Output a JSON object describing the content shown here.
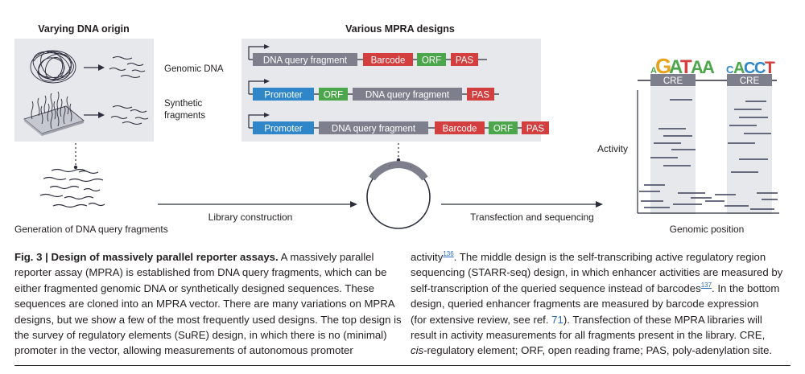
{
  "panels": {
    "origin": {
      "title": "Varying DNA origin",
      "genomic_label": "Genomic DNA",
      "synthetic_label_line1": "Synthetic",
      "synthetic_label_line2": "fragments",
      "generation_label": "Generation of DNA query fragments"
    },
    "designs": {
      "title": "Various MPRA designs",
      "rows": [
        {
          "segments": [
            "DNA query fragment",
            "Barcode",
            "ORF",
            "PAS"
          ]
        },
        {
          "segments": [
            "Promoter",
            "ORF",
            "DNA query fragment",
            "PAS"
          ]
        },
        {
          "segments": [
            "Promoter",
            "DNA query fragment",
            "Barcode",
            "ORF",
            "PAS"
          ]
        }
      ]
    },
    "flow": {
      "library_label": "Library construction",
      "transfection_label": "Transfection and sequencing"
    },
    "activity": {
      "motif1": "AGATAA",
      "motif2": "CACCT",
      "cre1": "CRE",
      "cre2": "CRE",
      "y_label": "Activity",
      "x_label": "Genomic position"
    }
  },
  "caption": {
    "fig_label": "Fig. 3 | Design of massively parallel reporter assays.",
    "left_lines": [
      " A massively parallel",
      "reporter assay (MPRA) is established from DNA query fragments, which can be",
      "either fragmented genomic DNA or synthetically designed sequences. These",
      "sequences are cloned into an MPRA vector. There are many variations on MPRA",
      "designs, but we show a few of the most frequently used designs. The top design is",
      "the survey of regulatory elements (SuRE) design, in which there is no (minimal)",
      "promoter in the vector, allowing measurements of autonomous promoter"
    ],
    "r1_a": "activity",
    "r1_ref": "136",
    "r1_b": ". The middle design is the self-transcribing active regulatory region",
    "r2": "sequencing (STARR-seq) design, in which enhancer activities are measured by",
    "r3_a": "self-transcription of the queried sequence instead of barcodes",
    "r3_ref": "137",
    "r3_b": ". In the bottom",
    "r4": "design, queried enhancer fragments are measured by barcode expression",
    "r5_a": "(for extensive review, see ref. ",
    "r5_ref": "71",
    "r5_b": "). Transfection of these MPRA libraries will",
    "r6": "result in activity measurements for all fragments present in the library. CRE,",
    "r7_a": "cis",
    "r7_b": "-regulatory element; ORF, open reading frame; PAS, poly-adenylation site."
  }
}
